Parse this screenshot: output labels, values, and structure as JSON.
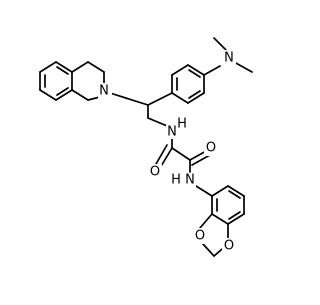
{
  "molecule": {
    "atom_labels": {
      "n_isoquinoline": "N",
      "n_dimethylamino": "N",
      "nh_upper": "H",
      "n_upper": "N",
      "nh_lower": "H",
      "n_lower": "N",
      "o_left": "O",
      "o_right": "O",
      "o_dioxole_top": "O",
      "o_dioxole_bottom": "O"
    }
  }
}
